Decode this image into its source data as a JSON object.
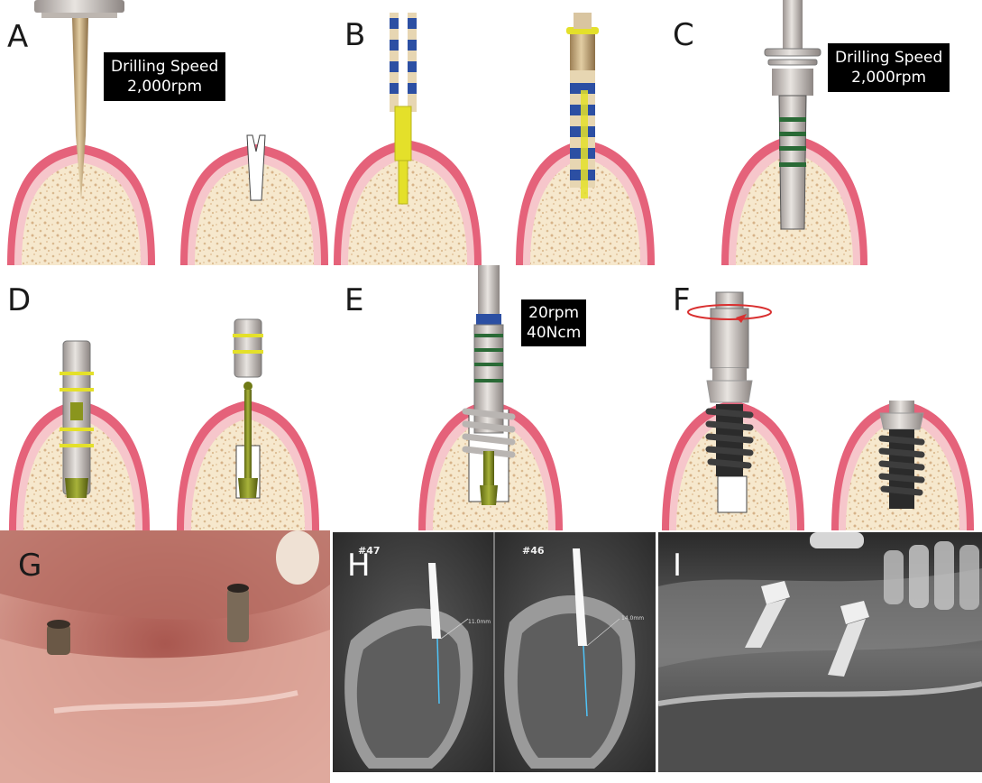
{
  "panels": {
    "A": {
      "label": "A",
      "badge": [
        "Drilling Speed",
        "2,000rpm"
      ]
    },
    "B": {
      "label": "B"
    },
    "C": {
      "label": "C",
      "badge": [
        "Drilling Speed",
        "2,000rpm"
      ]
    },
    "D": {
      "label": "D"
    },
    "E": {
      "label": "E",
      "badge": [
        "20rpm",
        "40Ncm"
      ]
    },
    "F": {
      "label": "F"
    },
    "G": {
      "label": "G"
    },
    "H": {
      "label": "H",
      "left_tag": "#47",
      "right_tag": "#46",
      "left_measure": "11.0mm",
      "right_measure": "14.0mm"
    },
    "I": {
      "label": "I"
    }
  },
  "colors": {
    "gum": "#e5627a",
    "gum_inner": "#f6c6cb",
    "bone": "#f6e7cc",
    "drill_gold": "#c8aa7c",
    "guide_yellow": "#e4e02a",
    "stripe_blue": "#2c4fa3",
    "ring_green": "#2a6a36",
    "olive": "#7f8a1e",
    "implant_black": "#2b2b2b"
  }
}
